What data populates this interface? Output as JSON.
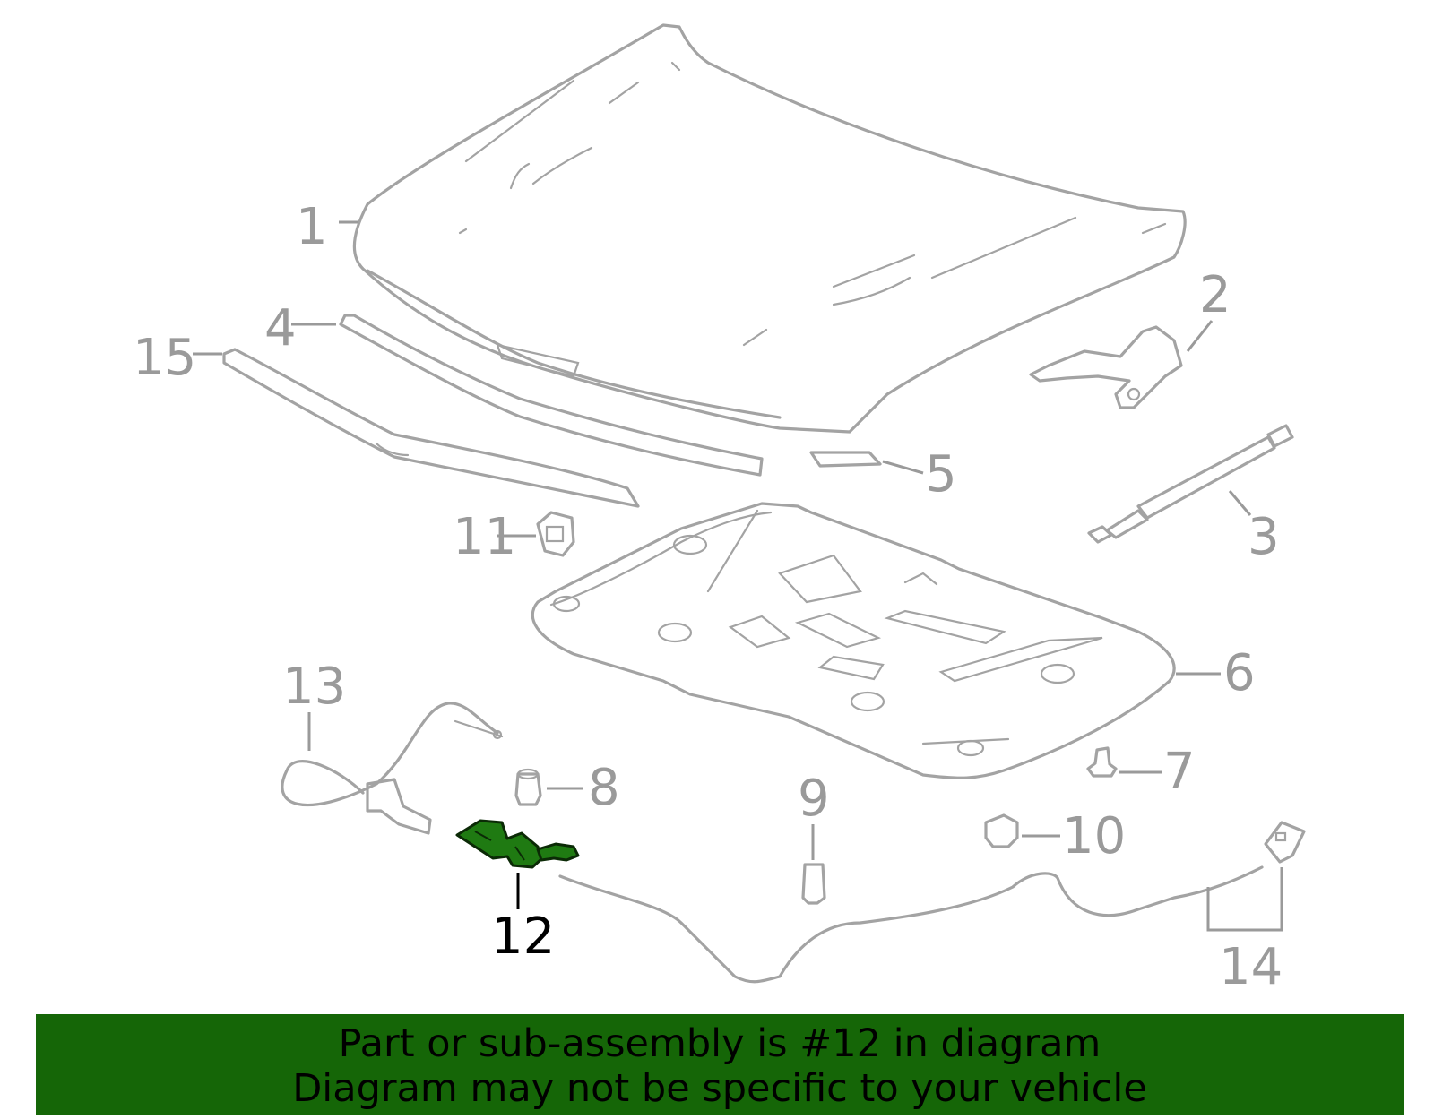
{
  "diagram": {
    "callouts": [
      {
        "id": "1",
        "label": "1"
      },
      {
        "id": "2",
        "label": "2"
      },
      {
        "id": "3",
        "label": "3"
      },
      {
        "id": "4",
        "label": "4"
      },
      {
        "id": "5",
        "label": "5"
      },
      {
        "id": "6",
        "label": "6"
      },
      {
        "id": "7",
        "label": "7"
      },
      {
        "id": "8",
        "label": "8"
      },
      {
        "id": "9",
        "label": "9"
      },
      {
        "id": "10",
        "label": "10"
      },
      {
        "id": "11",
        "label": "11"
      },
      {
        "id": "12",
        "label": "12",
        "highlighted": true
      },
      {
        "id": "13",
        "label": "13"
      },
      {
        "id": "14",
        "label": "14"
      },
      {
        "id": "15",
        "label": "15"
      }
    ],
    "colors": {
      "line_art": "#a3a3a3",
      "callout_text": "#9a9a9a",
      "highlight_part": "#1f7a12",
      "highlight_label": "#000000",
      "banner_bg": "#156607"
    }
  },
  "banner": {
    "line1": "Part or sub-assembly is #12 in diagram",
    "line2": "Diagram may not be specific to your vehicle"
  }
}
